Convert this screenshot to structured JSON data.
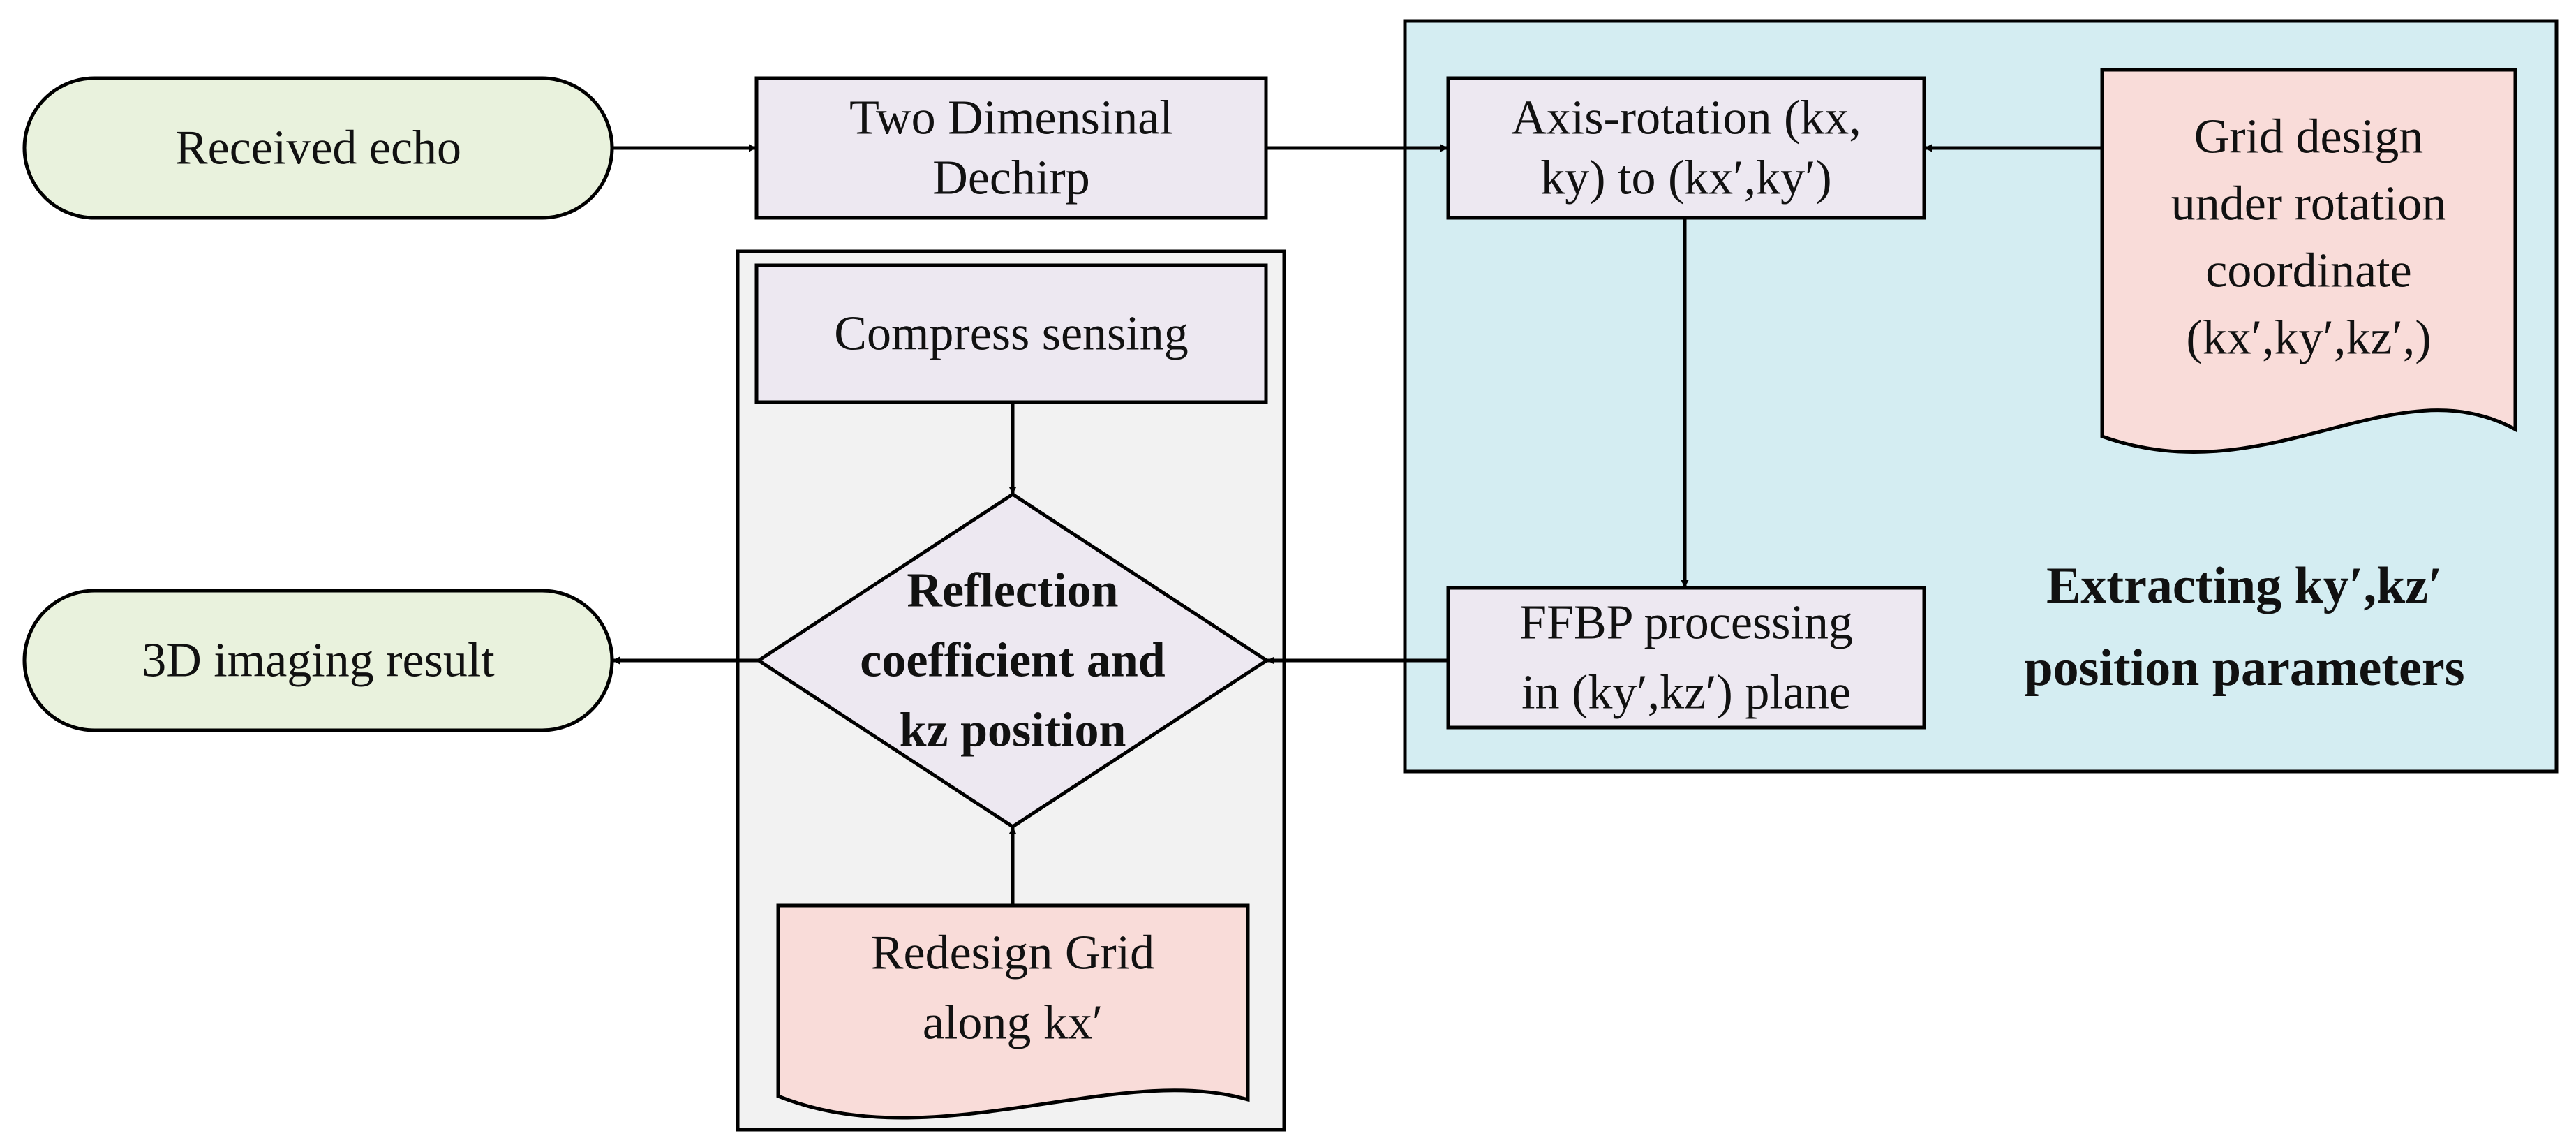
{
  "nodes": {
    "received_echo": {
      "lines": [
        "Received echo"
      ]
    },
    "dechirp": {
      "lines": [
        "Two Dimensinal",
        "Dechirp"
      ]
    },
    "axis_rotation": {
      "lines": [
        "Axis-rotation (kx,",
        "ky) to (kx′,ky′)"
      ]
    },
    "grid_design": {
      "lines": [
        "Grid design",
        "under rotation",
        "coordinate",
        "(kx′,ky′,kz′,)"
      ]
    },
    "compress_sensing": {
      "lines": [
        "Compress sensing"
      ]
    },
    "reflection": {
      "lines": [
        "Reflection",
        "coefficient and",
        "kz position"
      ]
    },
    "ffbp": {
      "lines": [
        "FFBP processing",
        "in  (ky′,kz′) plane"
      ]
    },
    "imaging_result": {
      "lines": [
        "3D imaging result"
      ]
    },
    "redesign_grid": {
      "lines": [
        "Redesign Grid",
        "along kx′"
      ]
    }
  },
  "groups": {
    "extract_region": {
      "lines": [
        "Extracting ky′,kz′",
        "position parameters"
      ]
    }
  },
  "colors": {
    "terminal_fill": "#e9f2dd",
    "process_fill": "#ede8f1",
    "document_fill": "#f9dcd9",
    "extract_region_fill": "#d4edf2",
    "cs_region_fill": "#f2f2f2",
    "stroke": "#000000"
  }
}
